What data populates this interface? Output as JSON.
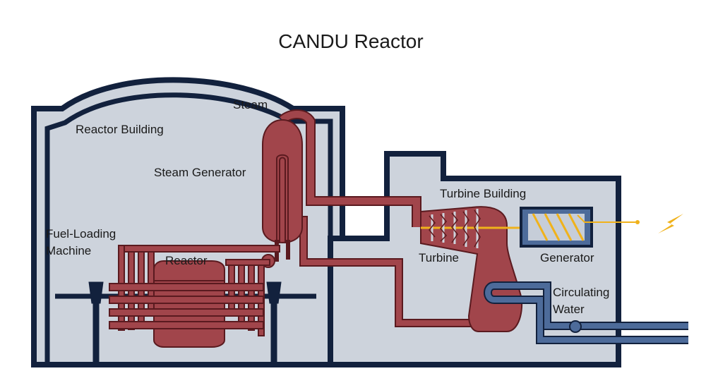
{
  "title": "CANDU Reactor",
  "labels": {
    "steam": "Steam",
    "reactor_building": "Reactor Building",
    "steam_generator": "Steam Generator",
    "fuel_loading_1": "Fuel-Loading",
    "fuel_loading_2": "Machine",
    "reactor": "Reactor",
    "turbine_building": "Turbine Building",
    "turbine": "Turbine",
    "generator": "Generator",
    "circulating_1": "Circulating",
    "circulating_2": "Water"
  },
  "colors": {
    "building_fill": "#cdd3dc",
    "building_wall": "#12213d",
    "reactor_red": "#a1454b",
    "reactor_dark": "#6e2a2f",
    "water_blue": "#4d6b9a",
    "wire_yellow": "#f0b21b",
    "pipe_outline": "#5a1a1f"
  }
}
